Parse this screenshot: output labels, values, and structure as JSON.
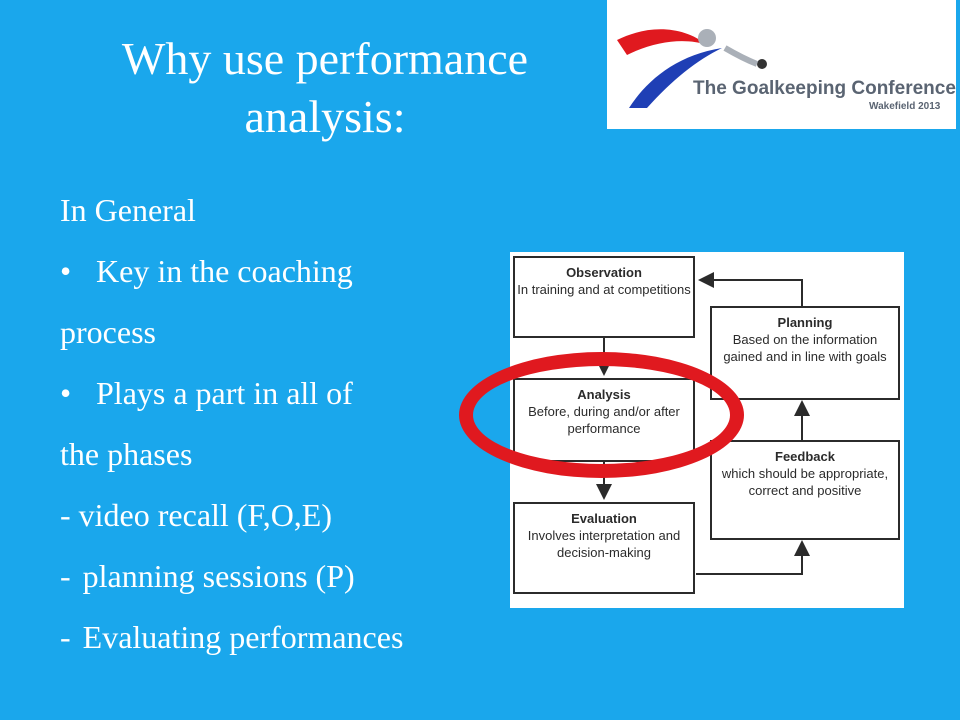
{
  "title_lines": [
    "Why use performance",
    "analysis:"
  ],
  "logo": {
    "name": "The Goalkeeping Conference",
    "sub": "Wakefield 2013",
    "colors": {
      "red": "#e0191f",
      "blue": "#1f3fb5",
      "grey": "#aab0b8"
    }
  },
  "body": {
    "heading": "In General",
    "bullet_glyph": "•",
    "bullet1_a": "Key in the coaching",
    "bullet1_b": "process",
    "bullet2_a": "Plays a part in all of",
    "bullet2_b": "the phases",
    "sub1": "- video recall (F,O,E)",
    "sub2_dash": "-",
    "sub2": "planning sessions (P)",
    "sub3_dash": "-",
    "sub3": "Evaluating performances"
  },
  "diagram": {
    "observation": {
      "title": "Observation",
      "desc": "In training and at competitions"
    },
    "analysis": {
      "title": "Analysis",
      "desc": "Before, during and/or after performance"
    },
    "evaluation": {
      "title": "Evaluation",
      "desc": "Involves interpretation and decision-making"
    },
    "planning": {
      "title": "Planning",
      "desc": "Based on the information gained and in line with goals"
    },
    "feedback": {
      "title": "Feedback",
      "desc": "which should be appropriate, correct and positive"
    }
  },
  "colors": {
    "background": "#1aa7ec",
    "ring": "#e0191f",
    "text": "#ffffff"
  }
}
